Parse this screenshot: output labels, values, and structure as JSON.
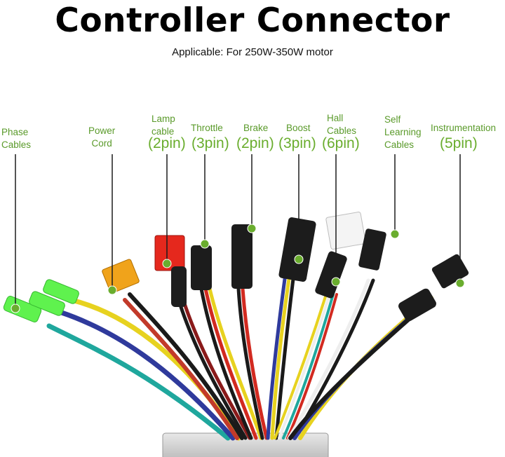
{
  "title": "Controller Connector",
  "subtitle": "Applicable: For 250W-350W motor",
  "accent_color": "#6aad2e",
  "labels": {
    "phase": [
      "Phase",
      "Cables"
    ],
    "power": [
      "Power",
      "Cord"
    ],
    "lamp": [
      "Lamp",
      "cable"
    ],
    "throttle": "Throttle",
    "brake": "Brake",
    "boost": "Boost",
    "hall": [
      "Hall",
      "Cables"
    ],
    "self": [
      "Self",
      "Learning",
      "Cables"
    ],
    "instrument": "Instrumentation"
  },
  "pins": {
    "lamp": "(2pin)",
    "throttle": "(3pin)",
    "brake": "(2pin)",
    "boost": "(3pin)",
    "hall": "(6pin)",
    "instrument": "(5pin)"
  }
}
